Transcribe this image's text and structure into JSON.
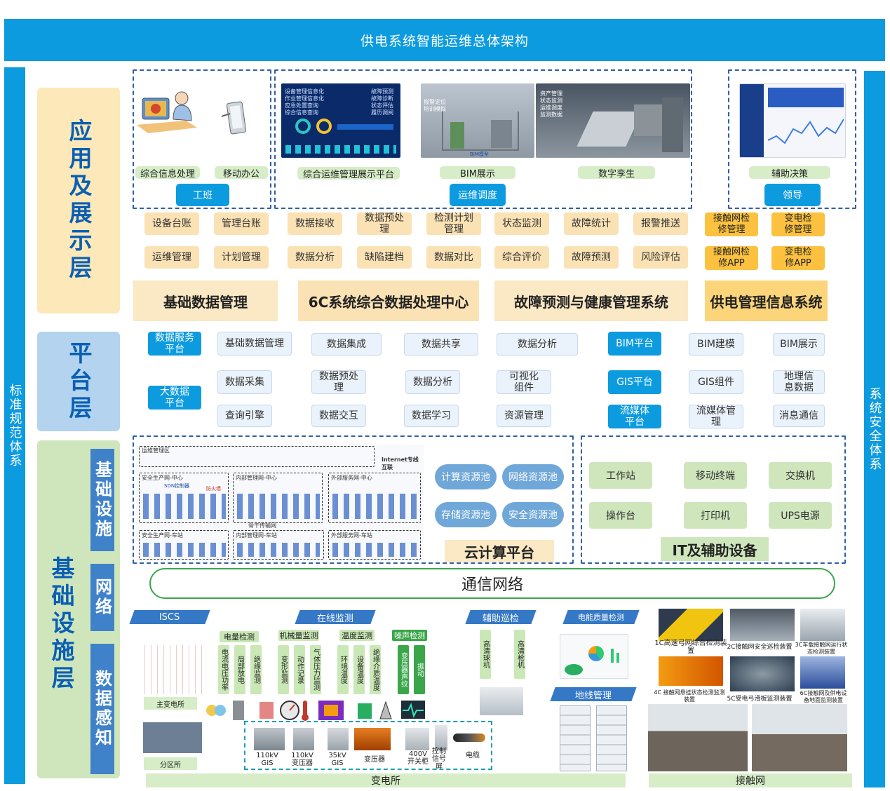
{
  "title": "供电系统智能运维总体架构",
  "left_side": "标准规范体系",
  "right_side": "系统安全体系",
  "app_layer": {
    "label": "应用及展示层",
    "group1": {
      "tags": [
        "综合信息处理",
        "移动办公"
      ],
      "button": "工班"
    },
    "group2": {
      "tags": [
        "综合运维管理展示平台",
        "BIM展示",
        "数字孪生"
      ],
      "button": "运维调度",
      "screen_text": [
        "设备管理信息化",
        "作业管理信息化",
        "应急处置查询",
        "综合信息查询",
        "故障预测",
        "故障诊断",
        "状态评估",
        "履历调阅",
        "报警定位",
        "培训模拟",
        "BIM模型",
        "资产管理",
        "状态监测",
        "运维调度",
        "监测数据"
      ]
    },
    "group3": {
      "tags": [
        "辅助决策"
      ],
      "button": "领导"
    },
    "modules": [
      {
        "name": "基础数据管理",
        "items": [
          "设备台账",
          "管理台账",
          "运维管理",
          "计划管理"
        ]
      },
      {
        "name": "6C系统综合数据处理中心",
        "items": [
          "数据接收",
          "数据预处理",
          "检测计划管理",
          "数据分析",
          "缺陷建档",
          "数据对比"
        ]
      },
      {
        "name": "故障预测与健康管理系统",
        "items": [
          "状态监测",
          "故障统计",
          "报警推送",
          "综合评价",
          "故障预测",
          "风险评估"
        ]
      },
      {
        "name": "供电管理信息系统",
        "items": [
          "接触网检修管理",
          "变电检修管理",
          "接触网检修APP",
          "变电检修APP"
        ]
      }
    ]
  },
  "platform_layer": {
    "label": "平台层",
    "blue": [
      "数据服务平台",
      "大数据平台",
      "BIM平台",
      "GIS平台",
      "流媒体平台"
    ],
    "items": [
      "基础数据管理",
      "数据集成",
      "数据共享",
      "数据分析",
      "BIM建模",
      "BIM展示",
      "数据采集",
      "数据预处理",
      "数据分析",
      "可视化组件",
      "GIS组件",
      "地理信息数据",
      "查询引擎",
      "数据交互",
      "数据学习",
      "资源管理",
      "流媒体管理",
      "消息通信"
    ]
  },
  "infra_layer": {
    "label": "基础设施层",
    "sub_infra": "基础设施",
    "sub_net": "网络",
    "sub_sense": "数据感知",
    "cloud": {
      "title": "云计算平台",
      "pools": [
        "计算资源池",
        "网络资源池",
        "存储资源池",
        "安全资源池"
      ],
      "net_text": [
        "运维管理区",
        "安全生产网-中心",
        "内部管理网-中心",
        "外部服务网-中心",
        "安全生产网-车站",
        "内部管理网-车站",
        "外部服务网-车站",
        "Internet专线互联",
        "骨干传输网",
        "防火墙",
        "SDN控制器"
      ]
    },
    "it": {
      "title": "IT及辅助设备",
      "items": [
        "工作站",
        "移动终端",
        "交换机",
        "操作台",
        "打印机",
        "UPS电源"
      ]
    },
    "network": "通信网络",
    "sense": {
      "iscs": "ISCS",
      "online": "在线监测",
      "patrol": "辅助巡检",
      "pq": "电能质量检测",
      "ground": "地线管理",
      "main_sub": "主变电所",
      "sub_station": "分区所",
      "electric": {
        "title": "电量检测",
        "items": [
          "电流电压功率",
          "局部放电",
          "绝缘监测"
        ]
      },
      "mech": {
        "title": "机械量监测",
        "items": [
          "变形监测",
          "动作记录",
          "气体压力监测"
        ]
      },
      "temp": {
        "title": "温度监测",
        "items": [
          "环境温度",
          "设备温度",
          "绝缘介质温度"
        ]
      },
      "noise": {
        "title": "噪声检测",
        "items": [
          "变压器声纹",
          "振动"
        ]
      },
      "patrol_items": [
        "高清球机",
        "高清枪机"
      ],
      "equipment": [
        "110kV GIS",
        "110kV 变压器",
        "35kV GIS",
        "变压器",
        "400V 开关柜",
        "控制 信号屏",
        "电缆"
      ],
      "cams": [
        "1C高速弓网综合检测装置",
        "2C接触网安全巡检装置",
        "3C车载接触网运行状态检测装置",
        "4C 接触网悬挂状态检测监测装置",
        "5C受电弓滑板监测装置",
        "6C接触网及供电设备地面监测装置"
      ],
      "bottom_sub": "变电所",
      "bottom_net": "接触网"
    }
  },
  "colors": {
    "blue": "#0d9be0",
    "dark_blue": "#3f82c9",
    "yellow": "#fcc23f",
    "light_orange": "#fbe2b4",
    "green": "#cfe6bd"
  }
}
